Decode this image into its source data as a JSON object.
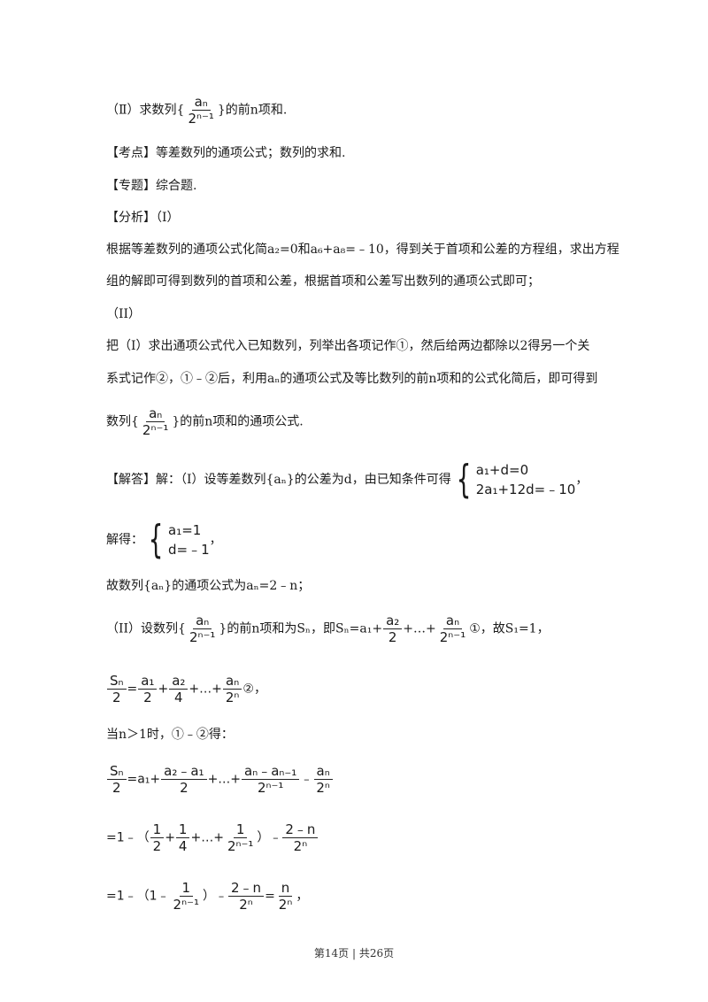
{
  "lines": {
    "l1_a": "（Ⅱ）求数列{",
    "l1_num": "aₙ",
    "l1_den": "2ⁿ⁻¹",
    "l1_b": "}的前n项和.",
    "kaodian": "【考点】等差数列的通项公式；数列的求和.",
    "zhuanti": "【专题】综合题.",
    "fenxi": "【分析】（I）",
    "fx1": "根据等差数列的通项公式化简a₂=0和a₆+a₈=﹣10，得到关于首项和公差的方程组，求出方程",
    "fx2": "组的解即可得到数列的首项和公差，根据首项和公差写出数列的通项公式即可；",
    "fx3": "（II）",
    "fx4": "把（I）求出通项公式代入已知数列，列举出各项记作①，然后给两边都除以2得另一个关",
    "fx5": "系式记作②，①﹣②后，利用aₙ的通项公式及等比数列的前n项和的公式化简后，即可得到",
    "fx6_a": "数列{",
    "fx6_num": "aₙ",
    "fx6_den": "2ⁿ⁻¹",
    "fx6_b": "}的前n项和的通项公式.",
    "jd_a": "【解答】解：（I）设等差数列{aₙ}的公差为d，由已知条件可得",
    "jd_r1": "a₁+d=0",
    "jd_r2": "2a₁+12d=﹣10",
    "jd_b": "，",
    "jiede": "解得：",
    "jd2_r1": "a₁=1",
    "jd2_r2": "d=﹣1",
    "jd2_b": "，",
    "gu": "故数列{aₙ}的通项公式为aₙ=2﹣n；",
    "ii_a": "（II）设数列{",
    "ii_num": "aₙ",
    "ii_den": "2ⁿ⁻¹",
    "ii_b": "}的前n项和为Sₙ，即Sₙ=a₁+",
    "ii_f2n": "a₂",
    "ii_f2d": "2",
    "ii_c": "+…+",
    "ii_f3n": "aₙ",
    "ii_f3d": "2ⁿ⁻¹",
    "ii_d": "①，故S₁=1，",
    "s2_f1n": "Sₙ",
    "s2_f1d": "2",
    "s2_eq": "=",
    "s2_f2n": "a₁",
    "s2_f2d": "2",
    "s2_p": "+",
    "s2_f3n": "a₂",
    "s2_f3d": "4",
    "s2_c": "+…+",
    "s2_f4n": "aₙ",
    "s2_f4d": "2ⁿ",
    "s2_e": "②，",
    "dang": "当n＞1时，①﹣②得：",
    "d_f1n": "Sₙ",
    "d_f1d": "2",
    "d_a": "=a₁+",
    "d_f2n": "a₂﹣a₁",
    "d_f2d": "2",
    "d_c": "+…+",
    "d_f3n": "aₙ﹣aₙ₋₁",
    "d_f3d": "2ⁿ⁻¹",
    "d_m": "﹣",
    "d_f4n": "aₙ",
    "d_f4d": "2ⁿ",
    "e1_a": "=1﹣（",
    "e1_f1n": "1",
    "e1_f1d": "2",
    "e1_p": "+",
    "e1_f2n": "1",
    "e1_f2d": "4",
    "e1_c": "+…+",
    "e1_f3n": "1",
    "e1_f3d": "2ⁿ⁻¹",
    "e1_b": "）﹣",
    "e1_f4n": "2﹣n",
    "e1_f4d": "2ⁿ",
    "e2_a": "=1﹣（1﹣",
    "e2_f1n": "1",
    "e2_f1d": "2ⁿ⁻¹",
    "e2_b": "）﹣",
    "e2_f2n": "2﹣n",
    "e2_f2d": "2ⁿ",
    "e2_eq": "=",
    "e2_f3n": "n",
    "e2_f3d": "2ⁿ",
    "e2_c": "，"
  },
  "footer": "第14页 | 共26页"
}
